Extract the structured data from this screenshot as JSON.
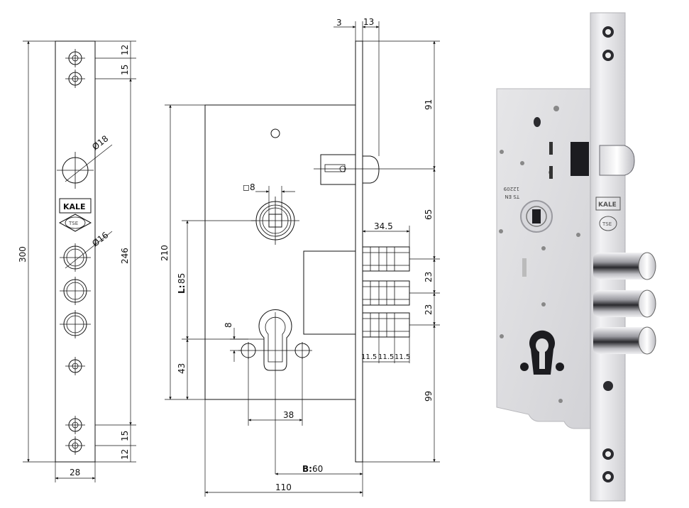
{
  "front_plate": {
    "dims": {
      "top_hole_offset": "12",
      "hole_spacing_top": "15",
      "height_total": "300",
      "height_inner": "246",
      "hole_spacing_bottom": "15",
      "bottom_hole_offset": "12",
      "width": "28",
      "latch_diameter": "Ø18",
      "bolt_diameter": "Ø16"
    },
    "brand_mark": "KALE",
    "cert_mark": "TSE"
  },
  "side_view": {
    "dims": {
      "plate_thickness": "3",
      "plate_offset": "13",
      "top_to_latch": "91",
      "latch_to_bolt": "65",
      "bolt_spacing_1": "23",
      "bolt_spacing_2": "23",
      "bottom_section": "99",
      "body_height": "210",
      "follower_square": "◻8",
      "bolt_projection": "34.5",
      "bolt_widths": [
        "11.5",
        "11.5",
        "11.5"
      ],
      "follower_to_cylinder_label": "L:",
      "follower_to_cylinder": "85",
      "cylinder_to_bottom": "43",
      "cylinder_offset": "8",
      "screw_spacing": "38",
      "backset_label": "B:",
      "backset": "60",
      "body_depth": "110"
    }
  },
  "photo": {
    "brand_mark": "KALE",
    "cert_mark": "TSE",
    "stamp_lines": [
      "TS EN",
      "12209"
    ],
    "colors": {
      "plate": "#e4e4e6",
      "body": "#dcdcde",
      "bolt_chrome": "#c8c8cc",
      "bolt_dark": "#2a2a2e"
    }
  }
}
